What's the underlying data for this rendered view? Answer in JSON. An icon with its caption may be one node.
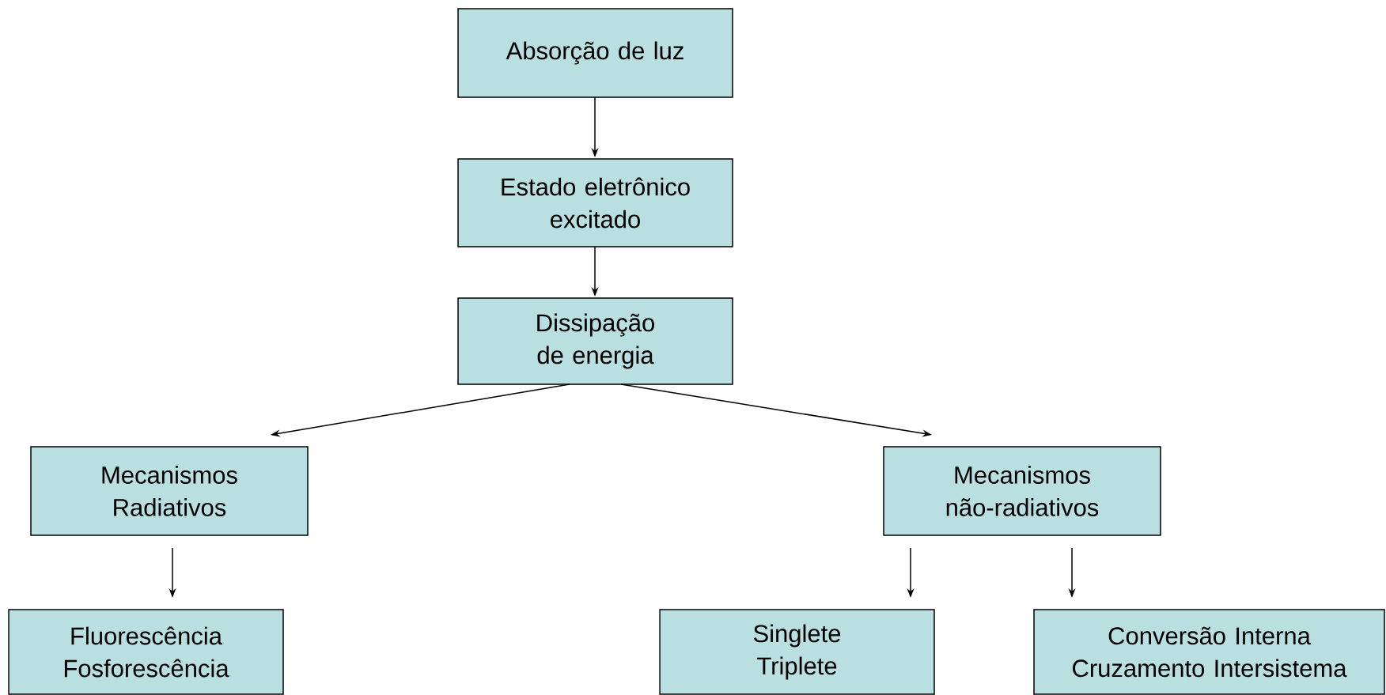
{
  "diagram": {
    "nodes": [
      {
        "text": [
          "Absorção de luz"
        ]
      },
      {
        "text": [
          "Estado eletrônico excitado"
        ]
      },
      {
        "text": [
          "Dissipação de energia"
        ]
      },
      {
        "text": [
          "Mecanismos Radiativos"
        ]
      },
      {
        "text": [
          "Mecanismos não-radiativos"
        ]
      },
      {
        "text": [
          "Fluorescência Fosforescência"
        ]
      },
      {
        "text": [
          "Singlete Triplete"
        ]
      },
      {
        "text": [
          "Conversão Interna Cruzamento Intersistema"
        ]
      }
    ],
    "edges": [
      {
        "from": 0,
        "to": 1,
        "arrow": "to"
      },
      {
        "from": 1,
        "to": 2,
        "arrow": "to"
      },
      {
        "from": 2,
        "to": 3,
        "arrow": "to"
      },
      {
        "from": 2,
        "to": 4,
        "arrow": "to"
      },
      {
        "from": 3,
        "to": 5,
        "arrow": "to"
      },
      {
        "from": 4,
        "to": 6,
        "arrow": "to"
      },
      {
        "from": 4,
        "to": 7,
        "arrow": "to"
      }
    ]
  }
}
